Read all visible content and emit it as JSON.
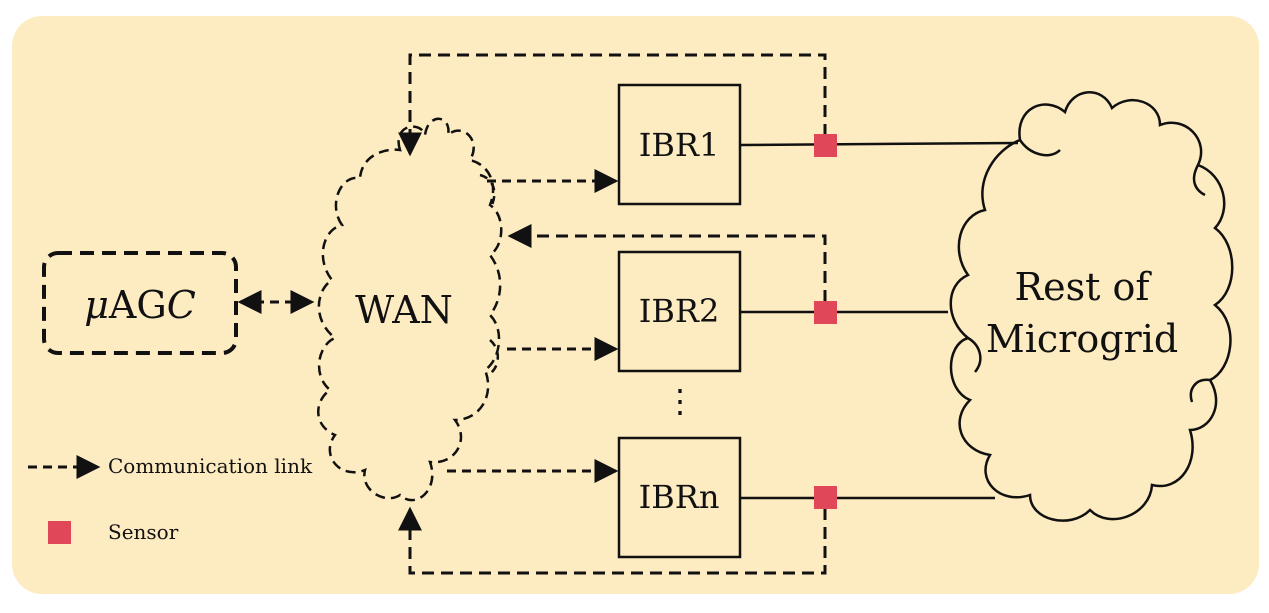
{
  "colors": {
    "background_panel": "#fdebc1",
    "sensor": "#e0485a",
    "stroke": "#111111"
  },
  "controller": {
    "prefix": "μ",
    "label": "AG",
    "suffix": "C"
  },
  "network": {
    "label": "WAN"
  },
  "ibrs": [
    {
      "label": "IBR1"
    },
    {
      "label": "IBR2"
    },
    {
      "label": "IBRn"
    }
  ],
  "ellipsis": "⋮",
  "microgrid": {
    "line1": "Rest of",
    "line2": "Microgrid"
  },
  "legend": {
    "communication_link": "Communication link",
    "sensor": "Sensor"
  }
}
